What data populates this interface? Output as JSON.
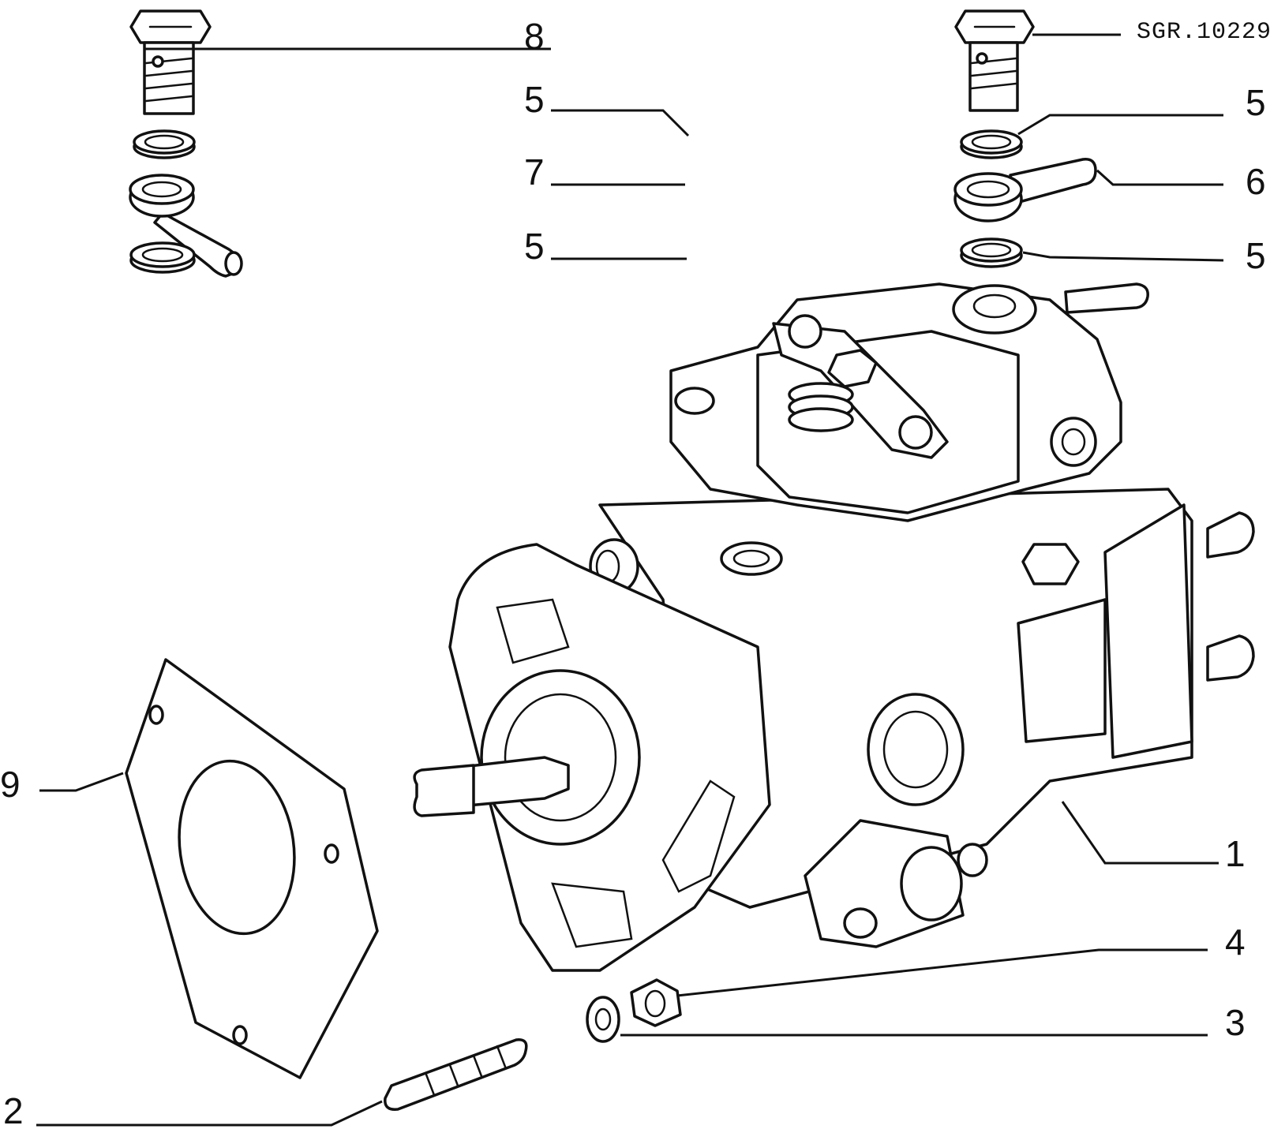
{
  "figure": {
    "reference_code": "SGR.10229",
    "callouts": [
      {
        "id": "c8",
        "label": "8"
      },
      {
        "id": "c5a",
        "label": "5"
      },
      {
        "id": "c7",
        "label": "7"
      },
      {
        "id": "c5b",
        "label": "5"
      },
      {
        "id": "c5c",
        "label": "5"
      },
      {
        "id": "c6",
        "label": "6"
      },
      {
        "id": "c5d",
        "label": "5"
      },
      {
        "id": "c9",
        "label": "9"
      },
      {
        "id": "c1",
        "label": "1"
      },
      {
        "id": "c4",
        "label": "4"
      },
      {
        "id": "c3",
        "label": "3"
      },
      {
        "id": "c2",
        "label": "2"
      }
    ]
  },
  "colors": {
    "line": "#111111",
    "background": "#ffffff"
  }
}
